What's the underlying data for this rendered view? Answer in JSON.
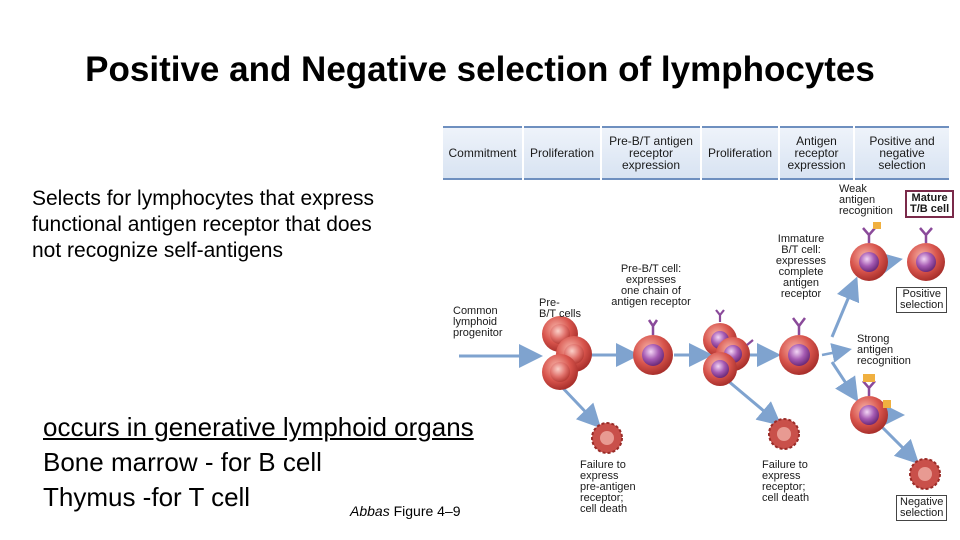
{
  "slide": {
    "title": "Positive and Negative selection of lymphocytes",
    "body_lines": [
      "Selects for lymphocytes that express",
      "functional antigen receptor that does",
      "not recognize self-antigens"
    ],
    "occurs_line": "occurs in generative lymphoid organs",
    "bone_line": "Bone marrow - for B cell",
    "thymus_line": "Thymus -for T cell",
    "caption_author": "Abbas",
    "caption_figure": " Figure 4–9"
  },
  "figure": {
    "stages": [
      [
        "Commitment"
      ],
      [
        "Proliferation"
      ],
      [
        "Pre-B/T antigen",
        "receptor",
        "expression"
      ],
      [
        "Proliferation"
      ],
      [
        "Antigen",
        "receptor",
        "expression"
      ],
      [
        "Positive and",
        "negative",
        "selection"
      ]
    ],
    "labels": {
      "progenitor": [
        "Common",
        "lymphoid",
        "progenitor"
      ],
      "pre_bt": [
        "Pre-",
        "B/T cells"
      ],
      "pre_bt_cell": [
        "Pre-B/T cell:",
        "expresses",
        "one chain of",
        "antigen receptor"
      ],
      "immature": [
        "Immature",
        "B/T cell:",
        "expresses",
        "complete",
        "antigen",
        "receptor"
      ],
      "weak": [
        "Weak",
        "antigen",
        "recognition"
      ],
      "mature": [
        "Mature",
        "T/B cell"
      ],
      "positive": [
        "Positive",
        "selection"
      ],
      "strong": [
        "Strong",
        "antigen",
        "recognition"
      ],
      "negative": [
        "Negative",
        "selection"
      ],
      "failure1": [
        "Failure to",
        "express",
        "pre-antigen",
        "receptor;",
        "cell death"
      ],
      "failure2": [
        "Failure to",
        "express",
        "receptor;",
        "cell death"
      ]
    }
  },
  "colors": {
    "arrow": "#7fa3cf",
    "cell_red": "#cf4a44",
    "nucleus_purple": "#9a4fa6",
    "mature_box": "#7a2a4a"
  }
}
